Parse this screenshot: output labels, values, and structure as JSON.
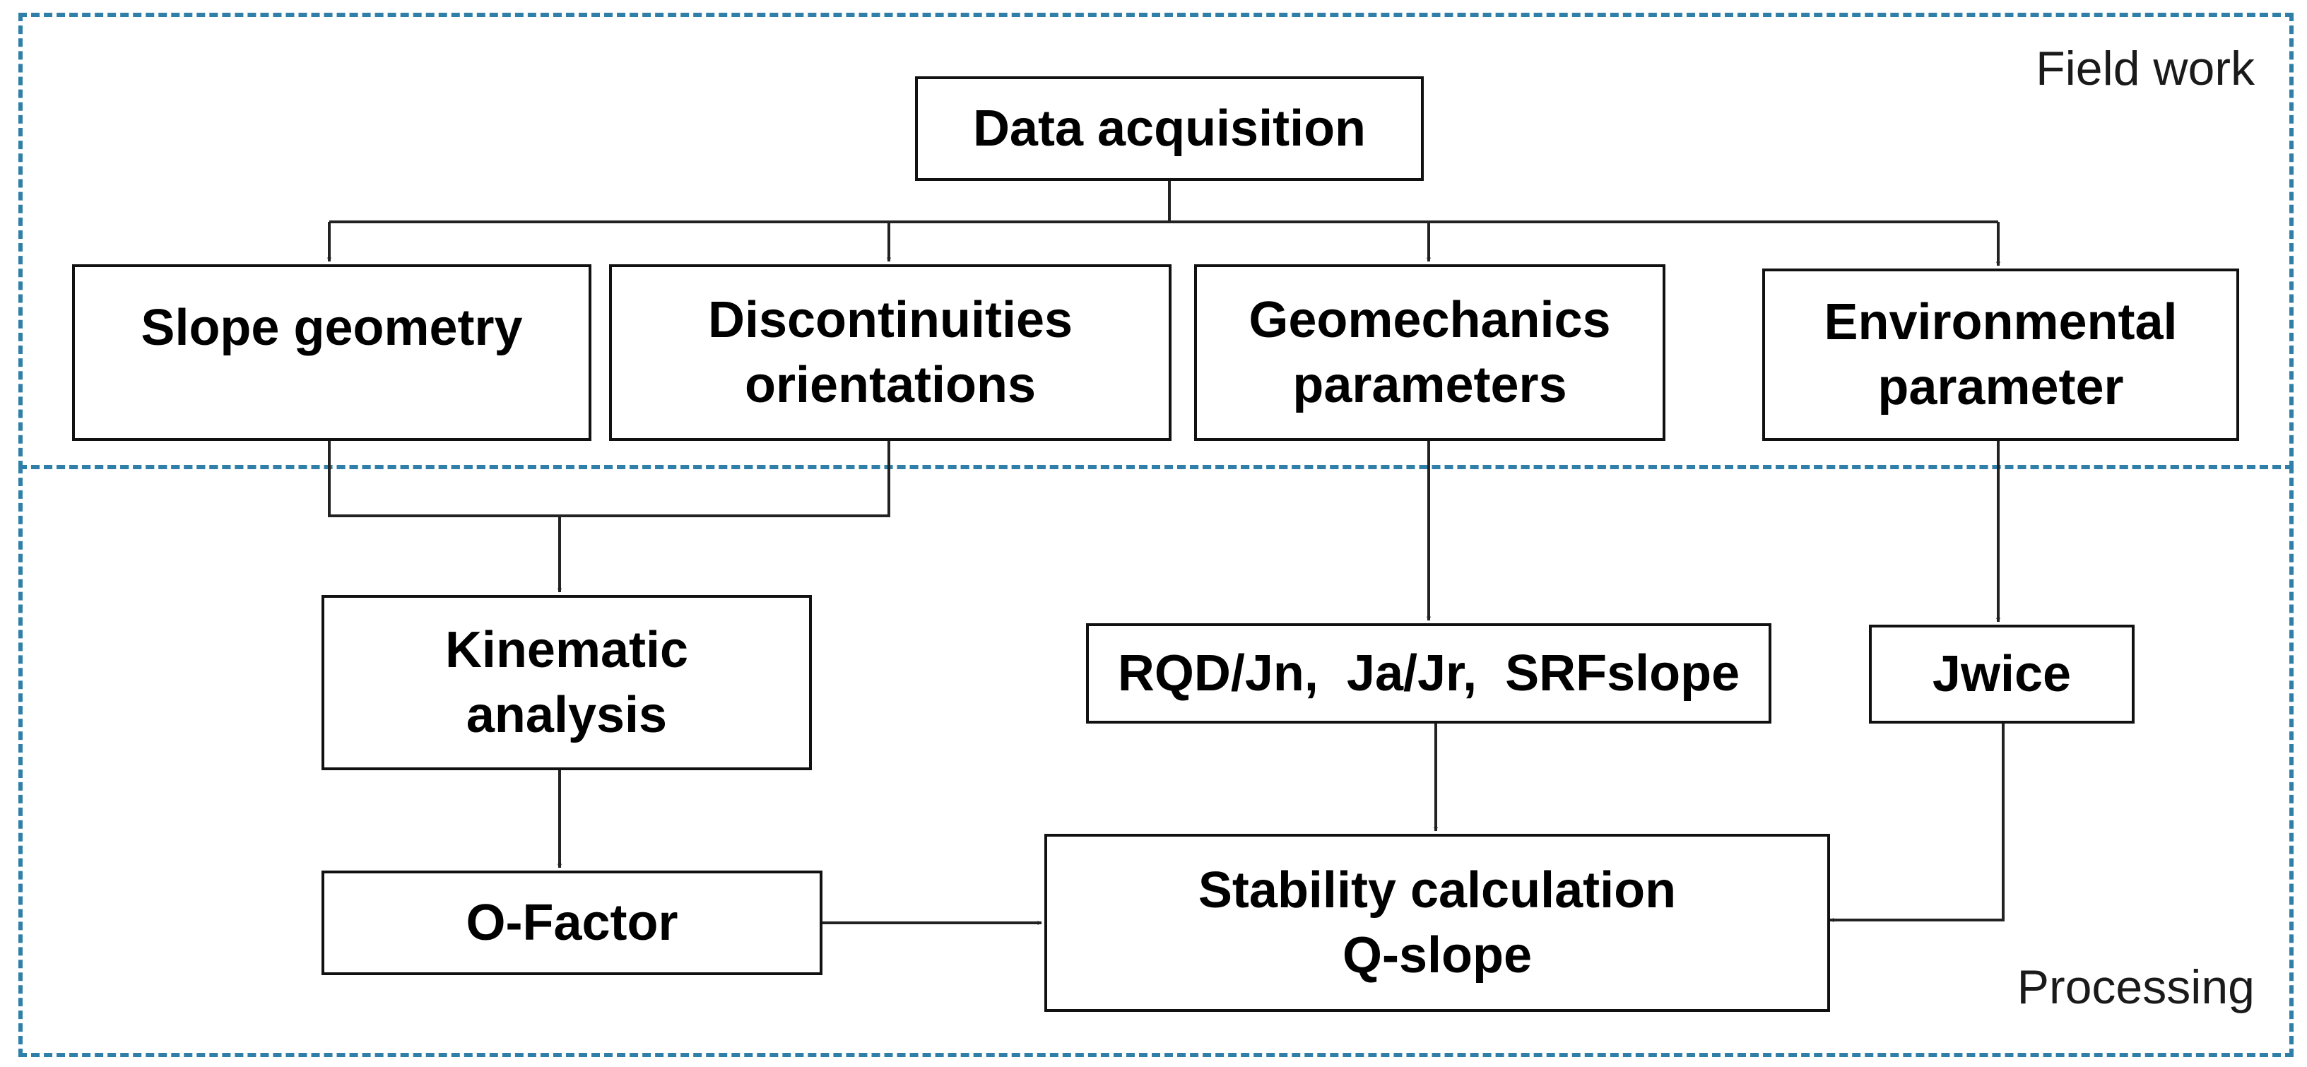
{
  "regions": {
    "field_work": {
      "label": "Field work"
    },
    "processing": {
      "label": "Processing"
    }
  },
  "nodes": {
    "data_acquisition": "Data acquisition",
    "slope_geometry": "Slope geometry",
    "discontinuities_orientations": "Discontinuities\norientations",
    "geomechanics_parameters": "Geomechanics\nparameters",
    "environmental_parameter": "Environmental\nparameter",
    "kinematic_analysis": "Kinematic\nanalysis",
    "rqd_ja_srf": "RQD/Jn,  Ja/Jr,  SRFslope",
    "jwice": "Jwice",
    "o_factor": "O-Factor",
    "stability_calculation": "Stability calculation\nQ-slope"
  },
  "colors": {
    "region_border": "#2f7fa8",
    "node_border": "#111111",
    "connector": "#222222"
  }
}
